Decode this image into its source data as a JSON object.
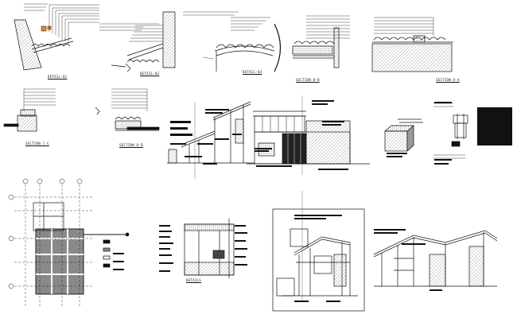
{
  "sheet": {
    "labels": {
      "detail_a": "DETAIL-01",
      "detail_b": "DETAIL-02",
      "detail_c": "DETAIL-03",
      "section_a": "SECTION B-B",
      "section_b": "SECTION A-A",
      "section_c": "SECTION C-C",
      "section_d": "SECTION D-D",
      "plan_caption": "DETAILS"
    },
    "colors": {
      "ink": "#111111",
      "hatch": "#8a8a8a",
      "block_fill": "#1a1a1a",
      "plan_fill": "#9a9a9a"
    }
  }
}
